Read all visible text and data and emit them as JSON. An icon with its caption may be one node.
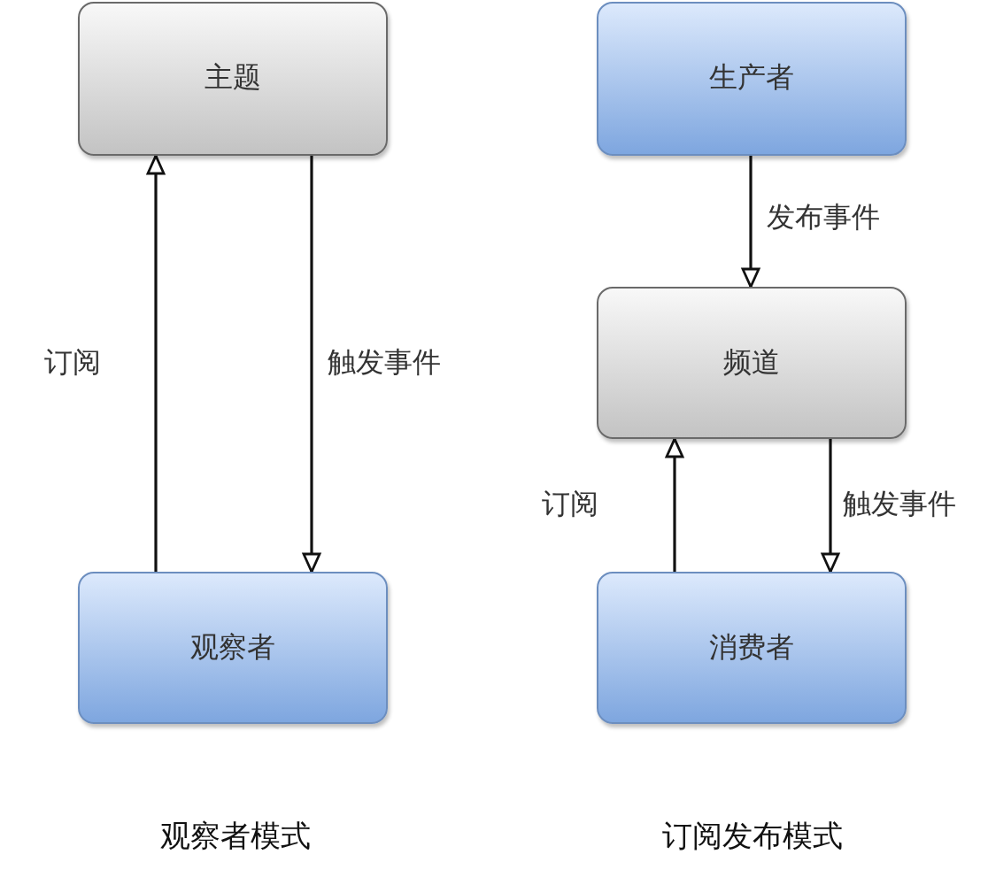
{
  "diagram": {
    "nodes": [
      {
        "text": [
          "主题"
        ]
      },
      {
        "text": [
          "观察者"
        ]
      },
      {
        "text": [
          "生产者"
        ]
      },
      {
        "text": [
          "频道"
        ]
      },
      {
        "text": [
          "消费者"
        ]
      }
    ],
    "edges": [
      {
        "from": 1,
        "to": 0,
        "arrow": "to",
        "label": "订阅"
      },
      {
        "from": 0,
        "to": 1,
        "arrow": "to",
        "label": "触发事件"
      },
      {
        "from": 2,
        "to": 3,
        "arrow": "to",
        "label": "发布事件"
      },
      {
        "from": 4,
        "to": 3,
        "arrow": "to",
        "label": "订阅"
      },
      {
        "from": 3,
        "to": 4,
        "arrow": "to",
        "label": "触发事件"
      }
    ],
    "labels": [
      "观察者模式",
      "订阅发布模式"
    ]
  }
}
